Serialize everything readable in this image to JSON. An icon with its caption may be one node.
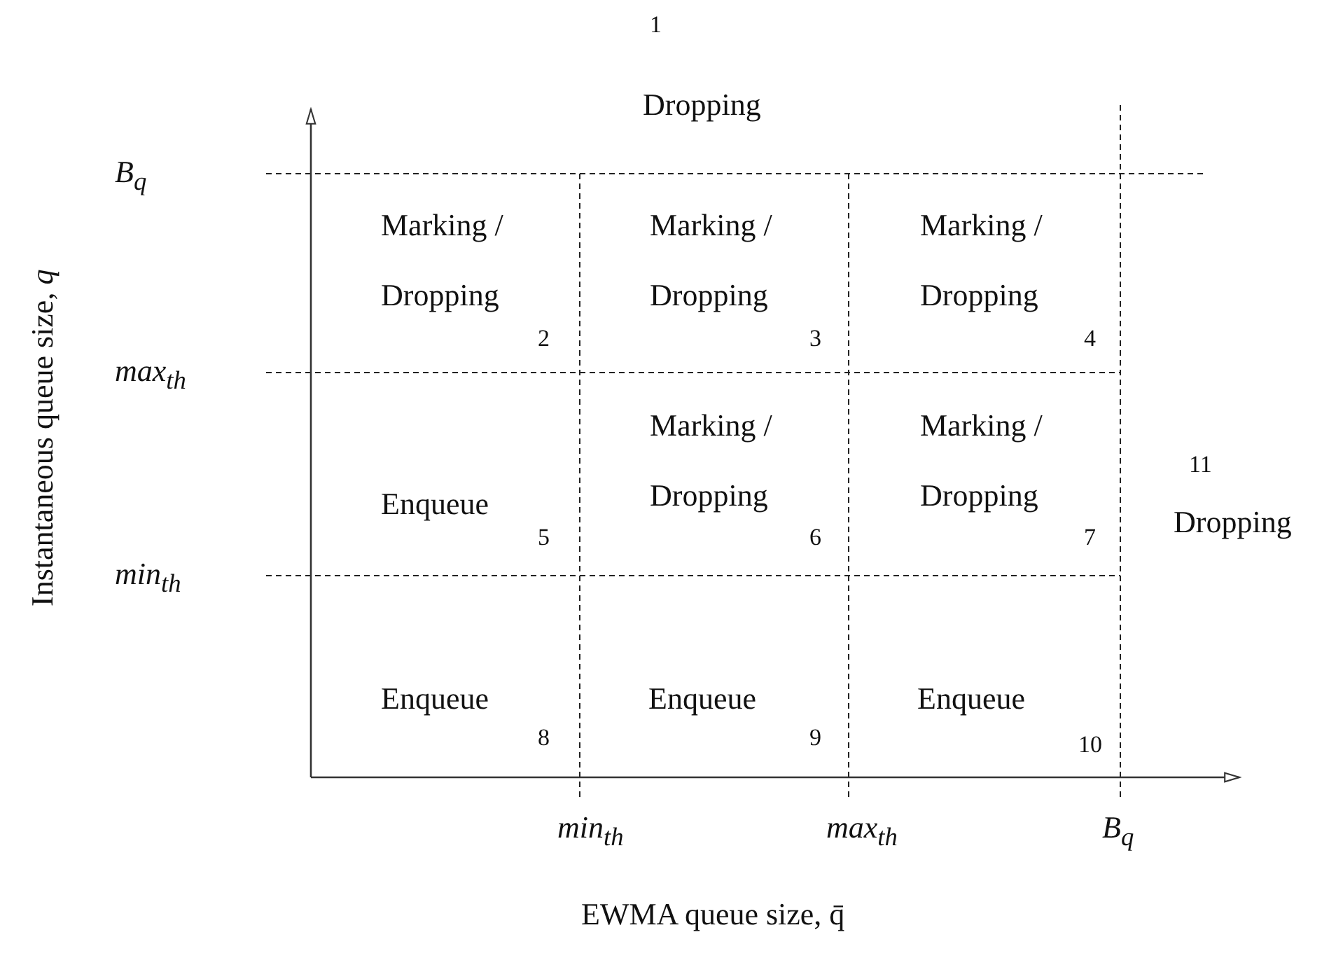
{
  "diagram": {
    "labels": [
      "1",
      "Dropping",
      "B$_{q}$",
      "Marking / Dropping",
      "2",
      "Marking / Dropping",
      "3",
      "Marking / Dropping",
      "4",
      "max$_{th}$",
      "Marking / Dropping",
      "Marking / Dropping",
      "11",
      "Enqueue",
      "5",
      "6",
      "7",
      "Dropping",
      "min$_{th}$",
      "Enqueue",
      "8",
      "Enqueue",
      "9",
      "Enqueue",
      "10",
      "min$_{th}$",
      "max$_{th}$",
      "B$_{q}$",
      "Instantaneous queue size, *q*",
      "EWMA queue size, q̄"
    ]
  }
}
